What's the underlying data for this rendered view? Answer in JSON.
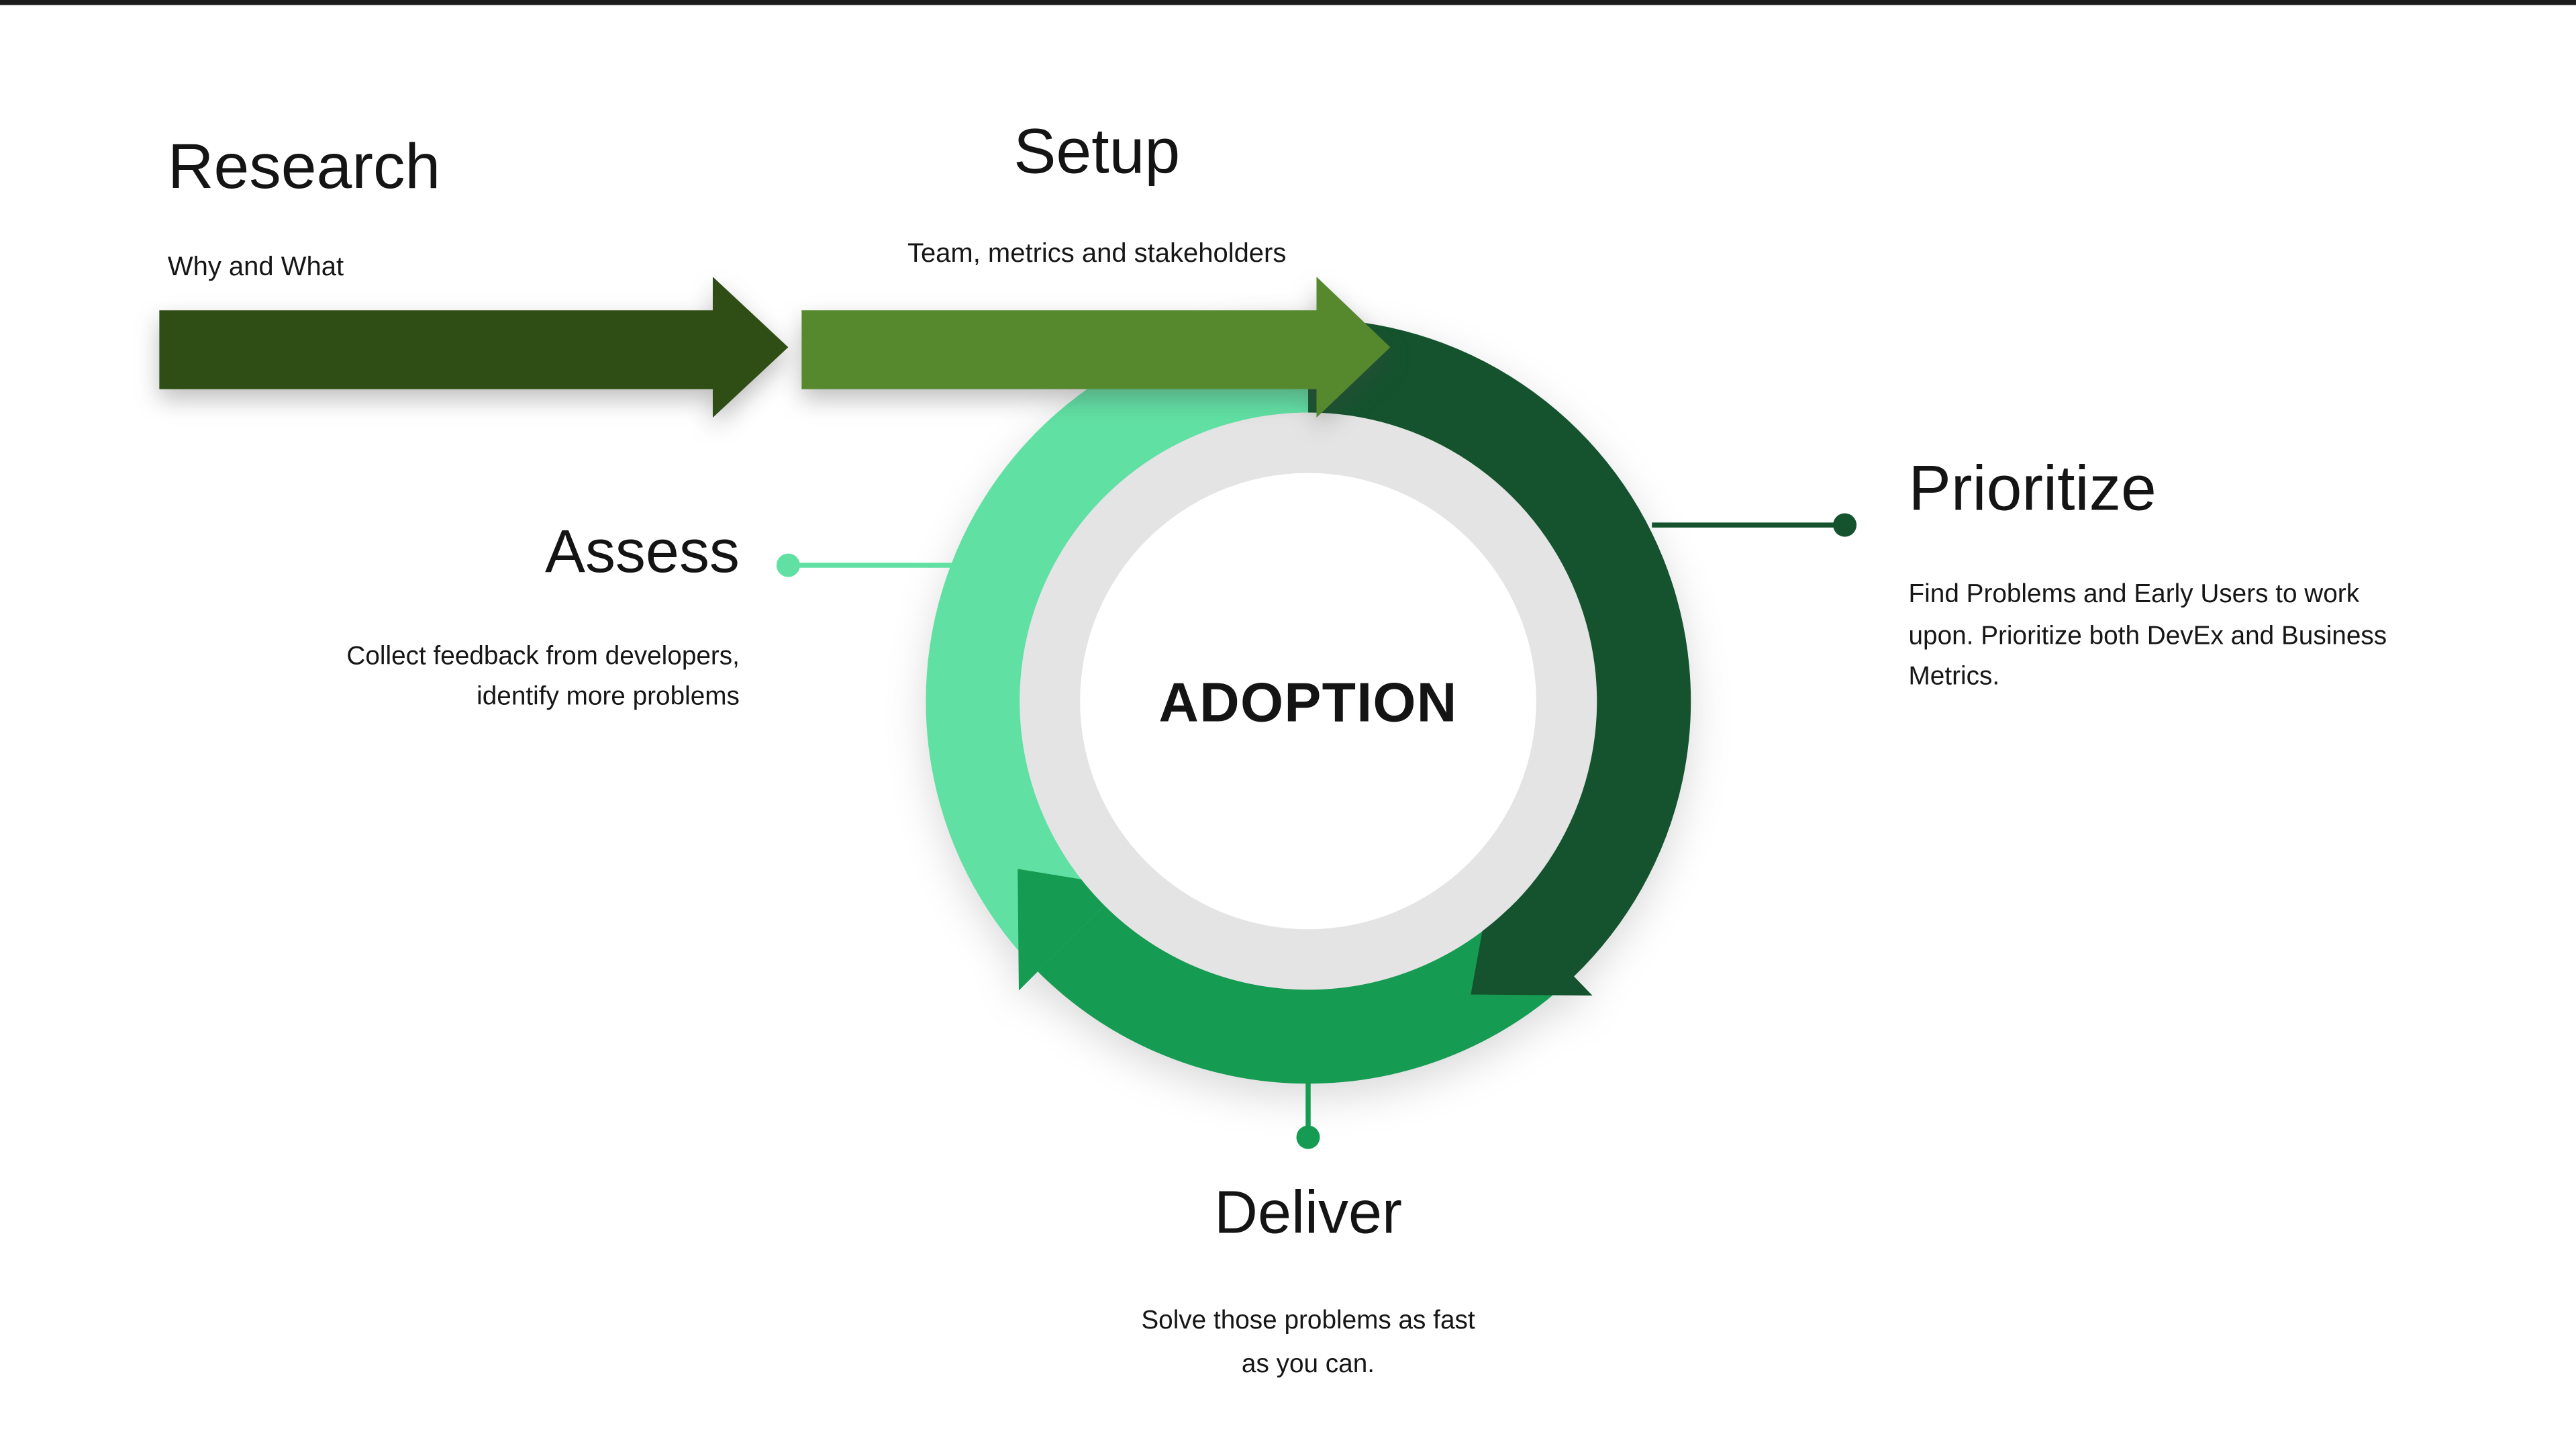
{
  "page": {
    "top_bar_color": "#1c1c1c",
    "background_color": "#ffffff"
  },
  "diagram": {
    "center_label": "ADOPTION",
    "ring": {
      "track_color": "#e4e4e4",
      "center_color": "#ffffff"
    },
    "steps": {
      "research": {
        "title": "Research",
        "subtitle": "Why and What",
        "color": "#2f4e16"
      },
      "setup": {
        "title": "Setup",
        "subtitle": "Team, metrics and stakeholders",
        "color": "#56892e"
      },
      "prioritize": {
        "title": "Prioritize",
        "description": "Find Problems and Early Users to work\nupon. Prioritize both DevEx and Business\nMetrics.",
        "color": "#14532d"
      },
      "deliver": {
        "title": "Deliver",
        "description": "Solve those problems as fast\nas you can.",
        "color": "#159b52"
      },
      "assess": {
        "title": "Assess",
        "description": "Collect feedback from developers,\nidentify more problems",
        "color": "#60e0a3"
      }
    }
  }
}
